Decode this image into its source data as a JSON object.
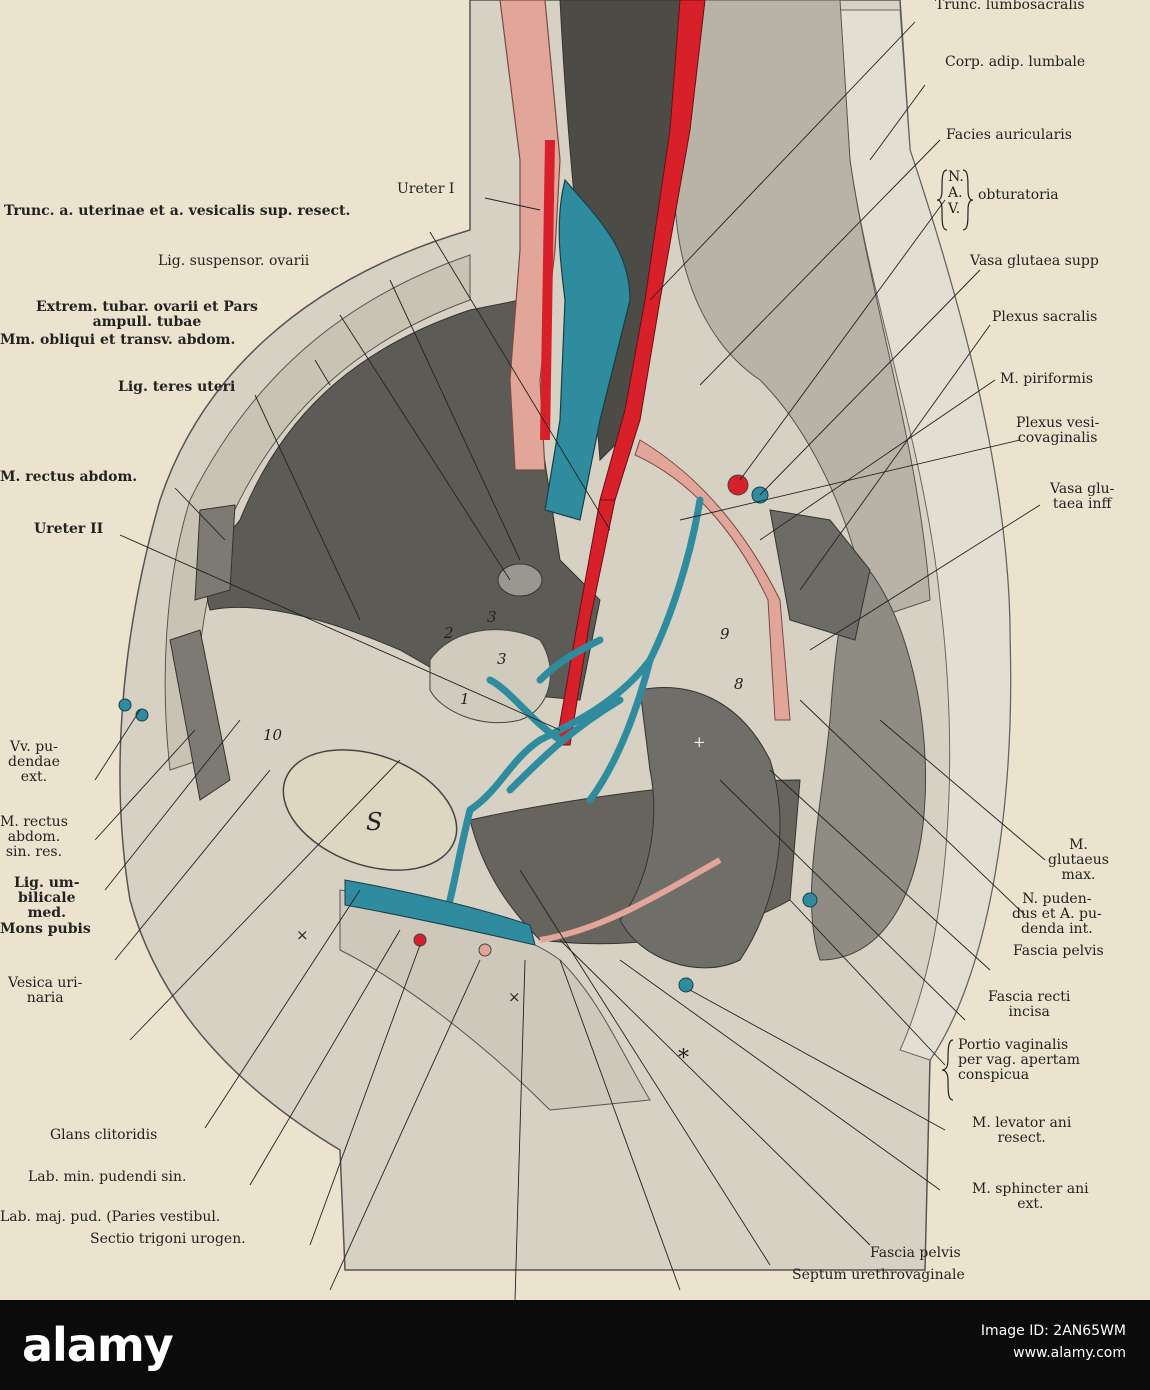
{
  "colors": {
    "artery": "#d8202a",
    "vein": "#2f8c9e",
    "ureter": "#e1a59a",
    "paper": "#ece3cf",
    "tissue_dark": "#5a5a55",
    "tissue_mid": "#a4a198",
    "tissue_light": "#d8d3c5",
    "footer": "#0b0b0b"
  },
  "labels": {
    "trunc_lumbosacralis": "Trunc. lumbosacralis",
    "corp_adip": "Corp. adip. lumbale",
    "facies_auricularis": "Facies auricularis",
    "nav_n": "N.",
    "nav_a": "A.",
    "nav_v": "V.",
    "obturatoria": "obturatoria",
    "vasa_glutaea_sup": "Vasa glutaea supp",
    "plexus_sacralis": "Plexus sacralis",
    "m_piriformis": "M. piriformis",
    "plexus_vesicovaginalis": "Plexus vesi-\ncovaginalis",
    "vasa_glutaea_inf": "Vasa glu-\ntaea inff",
    "m_glutaeus_max": "M.\nglutaeus\nmax.",
    "n_pudendus": "N. puden-\ndus et A. pu-\ndenda int.",
    "fascia_pelvis_r": "Fascia pelvis",
    "fascia_recti": "Fascia recti\nincisa",
    "portio_vaginalis": "Portio vaginalis\nper vag. apertam\nconspicua",
    "m_levator_ani": "M. levator ani\nresect.",
    "m_sphincter_ani": "M. sphincter ani\next.",
    "fascia_pelvis_b": "Fascia pelvis",
    "septum_urethrovaginale": "Septum urethrovaginale",
    "ureter_i": "Ureter I",
    "trunc_uterinae": "Trunc. a. uterinae et a. vesicalis sup. resect.",
    "lig_suspensor": "Lig. suspensor. ovarii",
    "extrem_tubar": "Extrem. tubar. ovarii et Pars\nampull. tubae",
    "mm_obliqui": "Mm. obliqui et transv. abdom.",
    "lig_teres": "Lig. teres uteri",
    "m_rectus": "M. rectus abdom.",
    "ureter_ii": "Ureter II",
    "vv_pudendae": "Vv. pu-\ndendae\next.",
    "m_rectus_sin": "M. rectus\nabdom.\nsin. res.",
    "lig_umbilicale": "Lig. um-\nbilicale\nmed.",
    "mons_pubis": "Mons pubis",
    "vesica_urinaria": "Vesica uri-\nnaria",
    "glans_clitoridis": "Glans clitoridis",
    "lab_min": "Lab. min. pudendi sin.",
    "lab_maj": "Lab. maj. pud. (Paries vestibul.",
    "sectio_trigoni": "Sectio trigoni urogen."
  },
  "numbers": {
    "n1": "1",
    "n2": "2",
    "n3a": "3",
    "n3b": "3",
    "n8": "8",
    "n9": "9",
    "n10": "10",
    "s": "S",
    "cross1": "×",
    "cross2": "×",
    "asterisk": "*",
    "plus": "+"
  },
  "footer": {
    "logo": "alamy",
    "image_id": "Image ID: 2AN65WM",
    "site": "www.alamy.com"
  }
}
